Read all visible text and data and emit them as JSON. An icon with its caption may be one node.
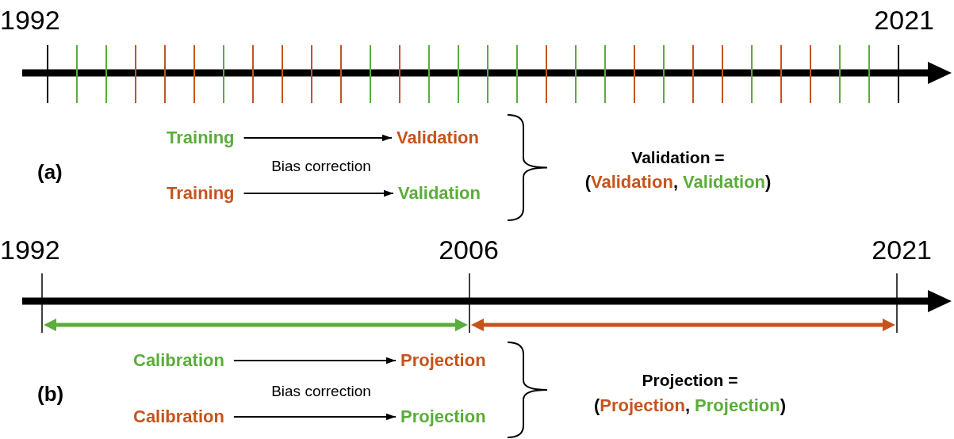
{
  "diagram": {
    "nodes": [
      {
        "text": [
          "Training"
        ]
      },
      {
        "text": [
          "Validation"
        ]
      },
      {
        "text": [
          "Training"
        ]
      },
      {
        "text": [
          "Validation"
        ]
      },
      {
        "text": [
          "Calibration"
        ]
      },
      {
        "text": [
          "Projection"
        ]
      },
      {
        "text": [
          "Calibration"
        ]
      },
      {
        "text": [
          "Projection"
        ]
      }
    ],
    "edges": [
      {
        "from": 0,
        "to": 1,
        "arrow": "to"
      },
      {
        "from": 2,
        "to": 3,
        "arrow": "to"
      },
      {
        "from": 4,
        "to": 5,
        "arrow": "to"
      },
      {
        "from": 6,
        "to": 7,
        "arrow": "to"
      }
    ],
    "labels": [
      "1992",
      "2021",
      "(a)",
      "Bias correction",
      "Validation =",
      "(Validation, Validation)",
      "1992",
      "2006",
      "2021",
      "(b)",
      "Bias correction",
      "Projection =",
      "(Projection, Projection)"
    ]
  }
}
